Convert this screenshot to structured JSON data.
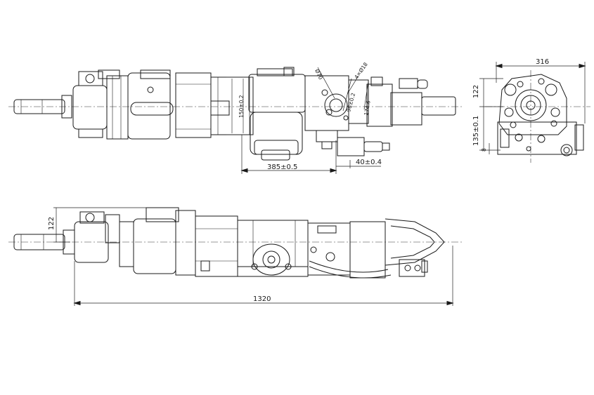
{
  "drawing": {
    "type": "mechanical technical drawing",
    "views": [
      "top-view",
      "front-view",
      "end-view"
    ],
    "dimensions": {
      "top_view": {
        "overall": "385±0.5",
        "offset": "40±0.4",
        "vertical": "150±0.2",
        "diameter": "Ø70",
        "thread": "4×Ø18",
        "small_a": "96±0.2",
        "small_b": "174.6"
      },
      "end_view": {
        "width": "316",
        "height_top": "122",
        "height_bottom": "135±0.1",
        "small": "8"
      },
      "side_view": {
        "length": "1320",
        "height": "122"
      }
    }
  }
}
